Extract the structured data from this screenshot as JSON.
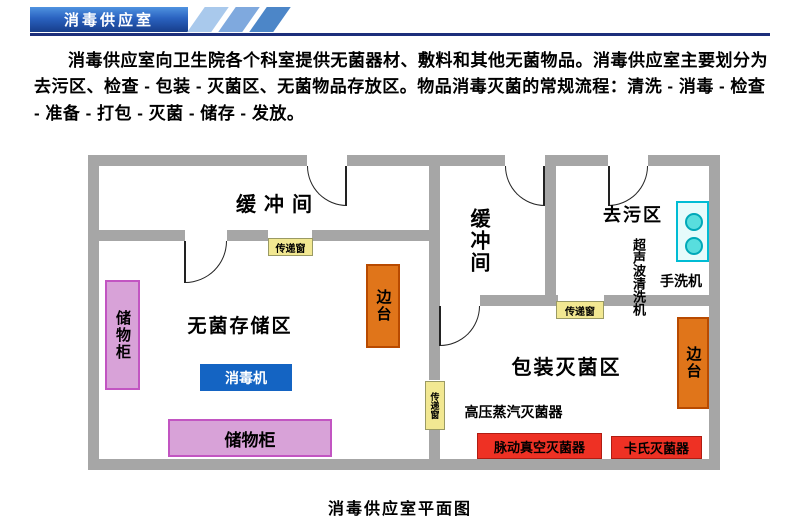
{
  "header": {
    "title": "消毒供应室"
  },
  "intro": {
    "text": "消毒供应室向卫生院各个科室提供无菌器材、敷料和其他无菌物品。消毒供应室主要划分为去污区、检查 - 包装 - 灭菌区、无菌物品存放区。物品消毒灭菌的常规流程：清洗 - 消毒 - 检查 - 准备 - 打包 - 灭菌 - 储存 - 发放。"
  },
  "caption": {
    "text": "消毒供应室平面图"
  },
  "plan": {
    "labels": {
      "buffer_left": "缓冲间",
      "buffer_mid": "缓冲间",
      "sterile_storage": "无菌存储区",
      "decontamination": "去污区",
      "packing_sterilization": "包装灭菌区",
      "hand_washer": "手洗机",
      "ultrasonic_cleaner": "超声波清洗机",
      "autoclave": "高压蒸汽灭菌器"
    },
    "furniture": {
      "cabinet_left": "储物柜",
      "cabinet_bottom": "储物柜",
      "disinfector": "消毒机",
      "side_table_left": "边台",
      "side_table_right": "边台",
      "pass_window_1": "传递窗",
      "pass_window_2": "传递窗",
      "pass_window_3": "传递窗",
      "pulse_vacuum_sterilizer": "脉动真空灭菌器",
      "cassette_sterilizer": "卡氏灭菌器"
    }
  },
  "colors": {
    "wall": "#a6a6a6",
    "cabinet": "#d8a2d8",
    "side_table": "#e0751a",
    "disinfector": "#1464c3",
    "pass_window": "#f2e892",
    "sterilizer_red": "#ee3124",
    "washer_cyan": "#00bcd4",
    "banner_blue": "#173d8a",
    "rule_navy": "#1d2f7b"
  }
}
